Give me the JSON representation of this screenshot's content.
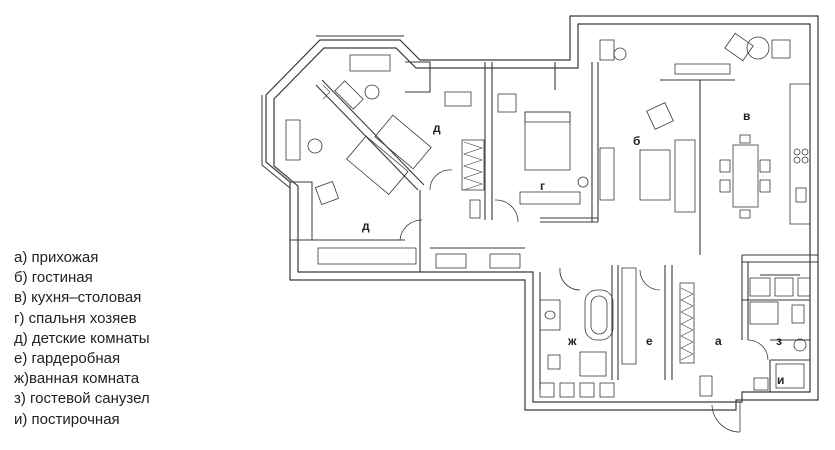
{
  "legend": [
    "а) прихожая",
    "б) гостиная",
    "в) кухня–столовая",
    "г)  спальня хозяев",
    "д) детские комнаты",
    "е) гардеробная",
    "ж)ванная комната",
    "з) гостевой санузел",
    "и) постирочная"
  ],
  "room_labels": {
    "a": "а",
    "b": "б",
    "v": "в",
    "g": "г",
    "d1": "д",
    "d2": "д",
    "e": "е",
    "zh": "ж",
    "z": "з",
    "i": "и"
  },
  "colors": {
    "line": "#3a3a3a",
    "wall": "#ffffff"
  }
}
